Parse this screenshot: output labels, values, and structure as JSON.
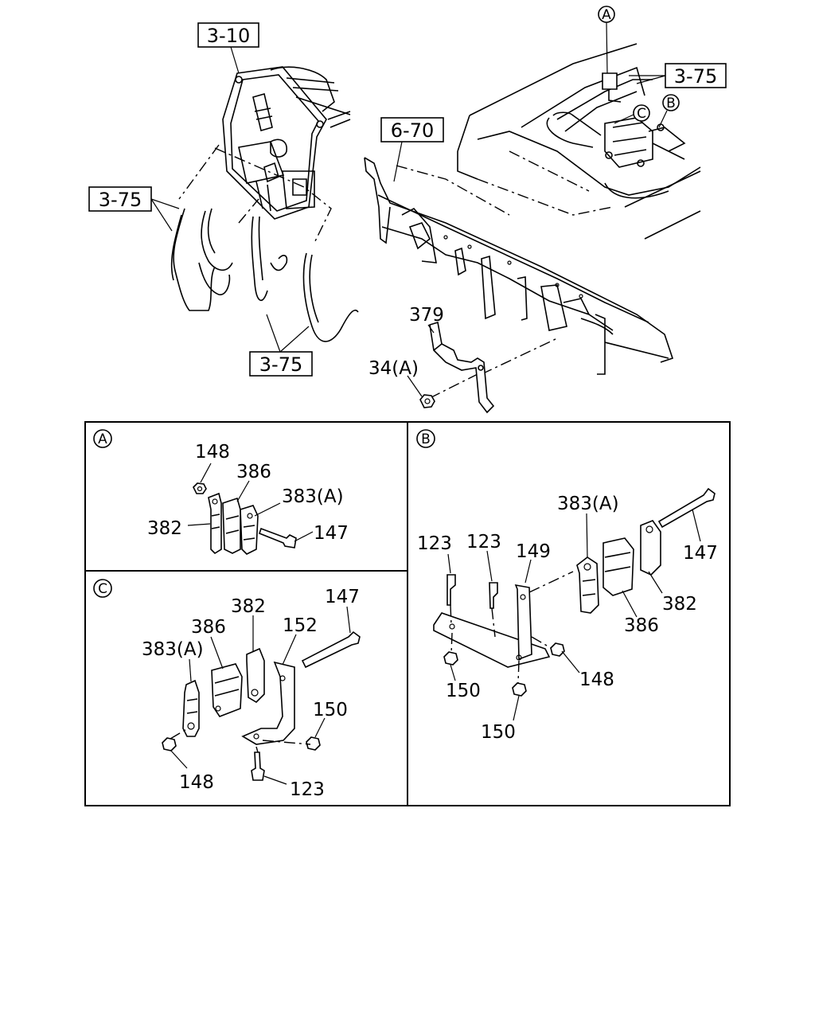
{
  "boxed_refs": {
    "ref_3_10": "3-10",
    "ref_6_70": "6-70",
    "ref_3_75_top_right": "3-75",
    "ref_3_75_left": "3-75",
    "ref_3_75_bottom": "3-75"
  },
  "main_callouts": {
    "view_a": "A",
    "view_b": "B",
    "view_c": "C",
    "part_379": "379",
    "part_34a": "34(A)"
  },
  "panel_a": {
    "title": "A",
    "labels": {
      "p148": "148",
      "p386": "386",
      "p383a": "383(A)",
      "p382": "382",
      "p147": "147"
    }
  },
  "panel_b": {
    "title": "B",
    "labels": {
      "p123_left": "123",
      "p123_right": "123",
      "p149": "149",
      "p383a": "383(A)",
      "p147": "147",
      "p382": "382",
      "p386": "386",
      "p148": "148",
      "p150_upper": "150",
      "p150_lower": "150"
    }
  },
  "panel_c": {
    "title": "C",
    "labels": {
      "p382": "382",
      "p147": "147",
      "p386": "386",
      "p152": "152",
      "p383a": "383(A)",
      "p150": "150",
      "p148": "148",
      "p123": "123"
    }
  }
}
